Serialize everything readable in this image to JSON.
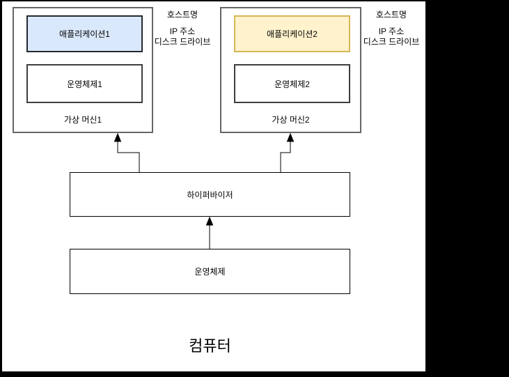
{
  "diagram": {
    "title_caption": "컴퓨터",
    "vm1": {
      "app_label": "애플리케이션1",
      "os_label": "운영체제1",
      "vm_label": "가상 머신1",
      "app_fill": "#dae8fc",
      "app_border": "#24292f"
    },
    "vm2": {
      "app_label": "애플리케이션2",
      "os_label": "운영체제2",
      "vm_label": "가상 머신2",
      "app_fill": "#fff2cc",
      "app_border": "#d6b656"
    },
    "annotation_vm1": {
      "hostname": "호스트명",
      "ip": "IP 주소",
      "disk": "디스크 드라이브"
    },
    "annotation_vm2": {
      "hostname": "호스트명",
      "ip": "IP 주소",
      "disk": "디스크 드라이브"
    },
    "hypervisor_label": "하이퍼바이저",
    "host_os_label": "운영체제",
    "colors": {
      "outer_background": "#000000",
      "sheet_background": "#ffffff",
      "vm_border": "#666666",
      "line": "#000000"
    },
    "arrows": [
      {
        "from": "host-os",
        "to": "hypervisor"
      },
      {
        "from": "hypervisor",
        "to": "vm1"
      },
      {
        "from": "hypervisor",
        "to": "vm2"
      }
    ]
  }
}
